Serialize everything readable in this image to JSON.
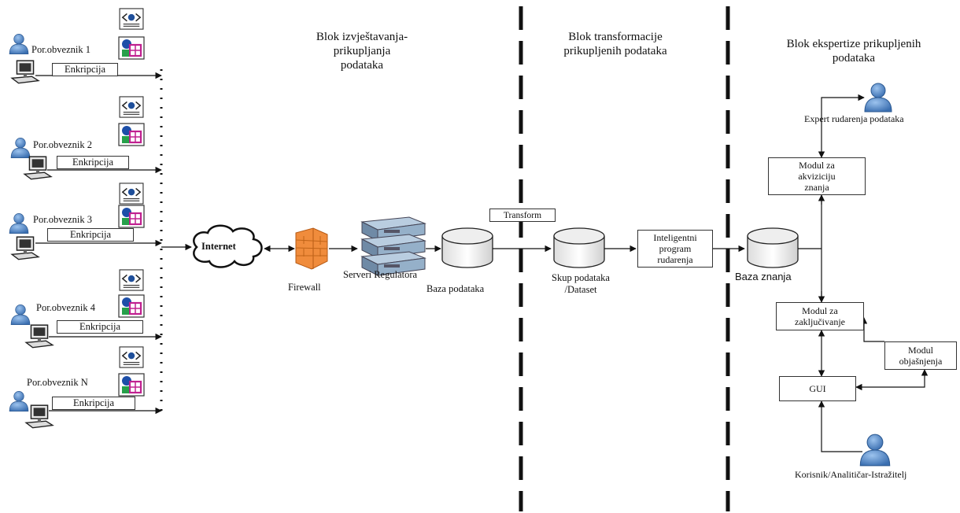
{
  "blocks": {
    "reporting": "Blok izvještavanja-\nprikupljanja\npodataka",
    "transformation": "Blok transformacije\nprikupljenih podataka",
    "expertise": "Blok ekspertize prikupljenih\npodataka"
  },
  "taxpayers": [
    {
      "name": "Por.obveznik 1",
      "encryption": "Enkripcija"
    },
    {
      "name": "Por.obveznik 2",
      "encryption": "Enkripcija"
    },
    {
      "name": "Por.obveznik 3",
      "encryption": "Enkripcija"
    },
    {
      "name": "Por.obveznik 4",
      "encryption": "Enkripcija"
    },
    {
      "name": "Por.obveznik N",
      "encryption": "Enkripcija"
    }
  ],
  "network": {
    "internet": "Internet",
    "firewall": "Firewall",
    "servers": "Serveri Regulatora",
    "database": "Baza podataka",
    "transform": "Transform",
    "dataset": "Skup podataka\n/Dataset",
    "mining_program": "Inteligentni\nprogram\nrudarenja",
    "knowledge_base": "Baza znanja"
  },
  "expert_system": {
    "expert": "Expert rudarenja podataka",
    "acquisition_module": "Modul za\nakviziciju\nznanja",
    "inference_module": "Modul za\nzaključivanje",
    "explanation_module": "Modul\nobjašnjenja",
    "gui": "GUI",
    "user": "Korisnik/Analitičar-Istražitelj"
  },
  "colors": {
    "person": "#4a7fc0",
    "firewall": "#e8823a",
    "server": "#8aa8c4",
    "line": "#111111"
  }
}
